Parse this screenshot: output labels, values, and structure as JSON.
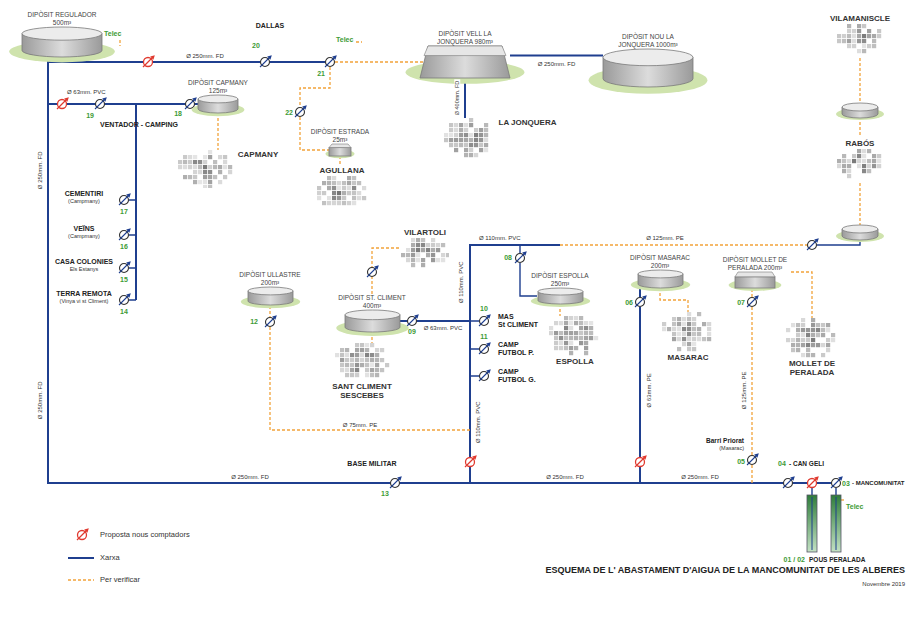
{
  "diagram": {
    "title": "ESQUEMA DE L' ABASTAMENT D'AIGUA DE LA MANCOMUNITAT DE LES ALBERES",
    "caption": "Novembre 2019",
    "nodes": [
      {
        "text": [
          "DIPÒSIT REGULADOR 500m³"
        ]
      },
      {
        "text": [
          "DIPÒSIT VELL LA JONQUERA 980m³"
        ]
      },
      {
        "text": [
          "DIPÒSIT NOU LA JONQUERA 1000m³"
        ]
      },
      {
        "text": [
          "VILAMANISCLE"
        ]
      },
      {
        "text": [
          "DIPÒSIT CAPMANY 125m³"
        ]
      },
      {
        "text": [
          "DIPÒSIT ESTRADA 25m³"
        ]
      },
      {
        "text": [
          "AGULLANA"
        ]
      },
      {
        "text": [
          "LA JONQUERA"
        ]
      },
      {
        "text": [
          "CAPMANY"
        ]
      },
      {
        "text": [
          "RABÓS"
        ]
      },
      {
        "text": [
          "VILARTOLI"
        ]
      },
      {
        "text": [
          "DIPÒSIT ULLASTRE 200m³"
        ]
      },
      {
        "text": [
          "DIPÒSIT ST. CLIMENT 400m³"
        ]
      },
      {
        "text": [
          "DIPÒSIT ESPOLLA 250m³"
        ]
      },
      {
        "text": [
          "DIPÒSIT MASARAC 200m³"
        ]
      },
      {
        "text": [
          "DIPÒSIT MOLLET DE PERALADA 200m³"
        ]
      },
      {
        "text": [
          "SANT CLIMENT SESCEBES"
        ]
      },
      {
        "text": [
          "ESPOLLA"
        ]
      },
      {
        "text": [
          "MASARAC"
        ]
      },
      {
        "text": [
          "MOLLET DE PERALADA"
        ]
      }
    ],
    "edges": [
      {
        "from": 1,
        "to": 2,
        "arrow": "none",
        "label": "Ø 250mm. FD"
      },
      {
        "from": 1,
        "to": 7,
        "arrow": "none",
        "label": "Ø 400mm. FD"
      },
      {
        "from": 4,
        "to": 8,
        "arrow": "none"
      },
      {
        "from": 5,
        "to": 6,
        "arrow": "none"
      },
      {
        "from": 12,
        "to": 16,
        "arrow": "none"
      },
      {
        "from": 12,
        "to": 10,
        "arrow": "none"
      },
      {
        "from": 13,
        "to": 17,
        "arrow": "none"
      },
      {
        "from": 14,
        "to": 18,
        "arrow": "none"
      },
      {
        "from": 15,
        "to": 19,
        "arrow": "none"
      }
    ],
    "labels": [
      "Telec",
      "Ø 250mm. FD",
      "DALLAS",
      "20",
      "Telec",
      "21",
      "22",
      "Ø 63mm. PVC",
      "19",
      "VENTADOR - CAMPING",
      "18",
      "CEMENTIRI",
      "(Campmany)",
      "17",
      "VEÏNS",
      "(Campmany)",
      "16",
      "CASA COLONIES",
      "Els Estanys",
      "15",
      "TERRA REMOTA",
      "(Vinya vi st Climent)",
      "14",
      "Ø 250mm. FD",
      "Ø 250mm. FD",
      "Ø 250mm. FD",
      "BASE MILITAR",
      "13",
      "Ø 110mm. PVC",
      "Ø 110mm. PVC",
      "Ø 110mm. PVC",
      "Ø 125mm. PE",
      "08",
      "09",
      "Ø 63mm. PVC",
      "10",
      "MAS",
      "St CLIMENT",
      "11",
      "CAMP",
      "FUTBOL P.",
      "CAMP",
      "FUTBOL G.",
      "12",
      "Ø 75mm. PE",
      "06",
      "Ø 63mm. PE",
      "07",
      "Ø 125mm. PE",
      "Barri Priorat",
      "(Masarac)",
      "05",
      "Ø 250mm. FD",
      "Ø 250mm. FD",
      "04",
      "- CAN GELI",
      "03",
      "- MANCOMUNITAT",
      "Telec",
      "01 / 02",
      "POUS PERALADA"
    ],
    "legend": [
      {
        "text": "Proposta nous comptadors"
      },
      {
        "text": "Xarxa"
      },
      {
        "text": "Per verificar"
      }
    ]
  }
}
